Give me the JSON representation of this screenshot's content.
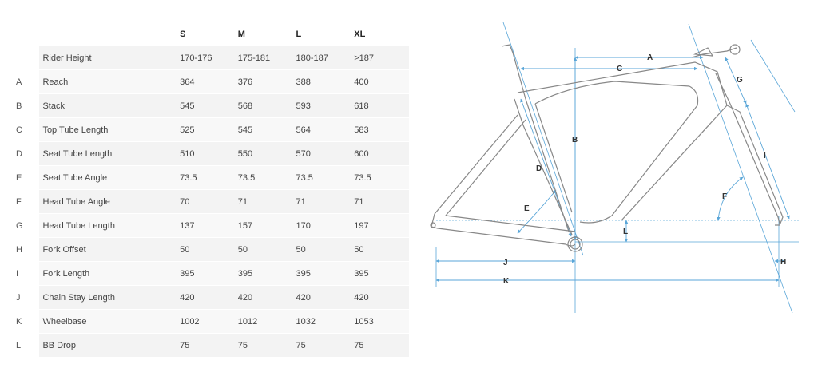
{
  "table": {
    "sizes": [
      "S",
      "M",
      "L",
      "XL"
    ],
    "rows": [
      {
        "letter": "",
        "name": "Rider Height",
        "values": [
          "170-176",
          "175-181",
          "180-187",
          ">187"
        ]
      },
      {
        "letter": "A",
        "name": "Reach",
        "values": [
          "364",
          "376",
          "388",
          "400"
        ]
      },
      {
        "letter": "B",
        "name": "Stack",
        "values": [
          "545",
          "568",
          "593",
          "618"
        ]
      },
      {
        "letter": "C",
        "name": "Top Tube Length",
        "values": [
          "525",
          "545",
          "564",
          "583"
        ]
      },
      {
        "letter": "D",
        "name": "Seat Tube Length",
        "values": [
          "510",
          "550",
          "570",
          "600"
        ]
      },
      {
        "letter": "E",
        "name": "Seat Tube Angle",
        "values": [
          "73.5",
          "73.5",
          "73.5",
          "73.5"
        ]
      },
      {
        "letter": "F",
        "name": "Head Tube Angle",
        "values": [
          "70",
          "71",
          "71",
          "71"
        ]
      },
      {
        "letter": "G",
        "name": "Head Tube Length",
        "values": [
          "137",
          "157",
          "170",
          "197"
        ]
      },
      {
        "letter": "H",
        "name": "Fork Offset",
        "values": [
          "50",
          "50",
          "50",
          "50"
        ]
      },
      {
        "letter": "I",
        "name": "Fork Length",
        "values": [
          "395",
          "395",
          "395",
          "395"
        ]
      },
      {
        "letter": "J",
        "name": "Chain Stay Length",
        "values": [
          "420",
          "420",
          "420",
          "420"
        ]
      },
      {
        "letter": "K",
        "name": "Wheelbase",
        "values": [
          "1002",
          "1012",
          "1032",
          "1053"
        ]
      },
      {
        "letter": "L",
        "name": "BB Drop",
        "values": [
          "75",
          "75",
          "75",
          "75"
        ]
      }
    ]
  },
  "diagram": {
    "labels": {
      "A": "A",
      "B": "B",
      "C": "C",
      "D": "D",
      "E": "E",
      "F": "F",
      "G": "G",
      "H": "H",
      "I": "I",
      "J": "J",
      "K": "K",
      "L": "L"
    },
    "colors": {
      "frame": "#888888",
      "dimension": "#5aa6d8"
    }
  }
}
